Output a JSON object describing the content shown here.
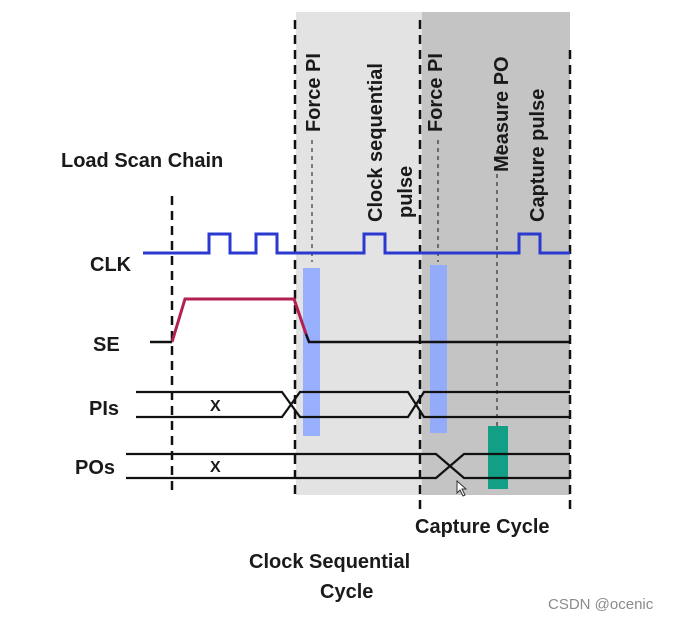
{
  "labels": {
    "load_scan_chain": "Load Scan Chain",
    "clk": "CLK",
    "se": "SE",
    "pis": "PIs",
    "pos": "POs",
    "pis_x": "X",
    "pos_x": "X",
    "force_pi_1": "Force PI",
    "clock_sequential_pulse_line1": "Clock sequential",
    "clock_sequential_pulse_line2": "pulse",
    "force_pi_2": "Force PI",
    "measure_po": "Measure PO",
    "capture_pulse": "Capture pulse",
    "clock_sequential_cycle_line1": "Clock Sequential",
    "clock_sequential_cycle_line2": "Cycle",
    "capture_cycle": "Capture Cycle"
  },
  "watermark": "CSDN @ocenic",
  "colors": {
    "clock": "#2a3ad0",
    "scan_enable": "#b22050",
    "force_window": "#8fa8ff",
    "measure_window": "#139e86",
    "clock_seq_region": "#e3e3e3",
    "capture_region": "#c4c4c4",
    "signal": "#111111"
  }
}
